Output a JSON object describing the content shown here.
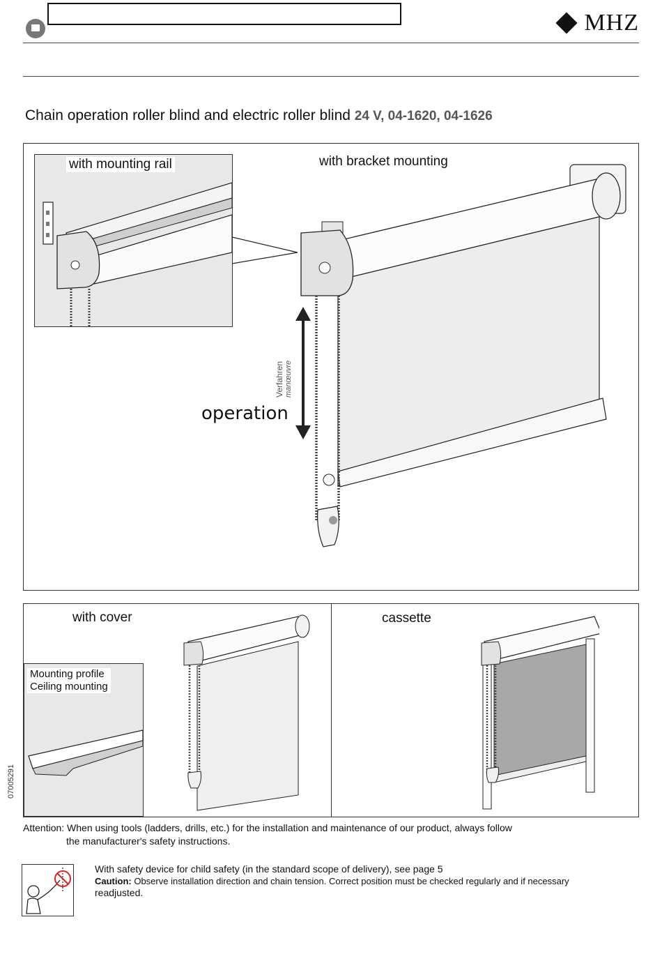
{
  "header": {
    "logo_text": "MHZ"
  },
  "title": {
    "main": "Chain operation roller blind and electric roller blind",
    "suffix": "24 V, 04-1620, 04-1626"
  },
  "main_figure": {
    "inset_label": "with mounting rail",
    "label": "with bracket mounting",
    "vertical_label_de": "Verfahren",
    "vertical_label_fr": "manœuvre",
    "operation_label": "operation"
  },
  "lower_figures": {
    "cover_label": "with cover",
    "profile_line1": "Mounting profile",
    "profile_line2": "Ceiling mounting",
    "cassette_label": "cassette"
  },
  "doc_code": "07005291",
  "attention": {
    "line1": "Attention: When using tools (ladders, drills, etc.) for the installation and maintenance of our product, always follow",
    "line2": "the manufacturer's safety instructions."
  },
  "safety": {
    "line1": "With safety device for child safety (in the standard scope of delivery), see page 5",
    "caution_label": "Caution:",
    "caution_text": " Observe installation direction and chain tension. Correct position must be checked regularly and if necessary",
    "caution_line2": "readjusted."
  },
  "icons": {
    "page": "page-icon",
    "logo": "diamond-logo-icon",
    "child": "child-safety-icon"
  }
}
